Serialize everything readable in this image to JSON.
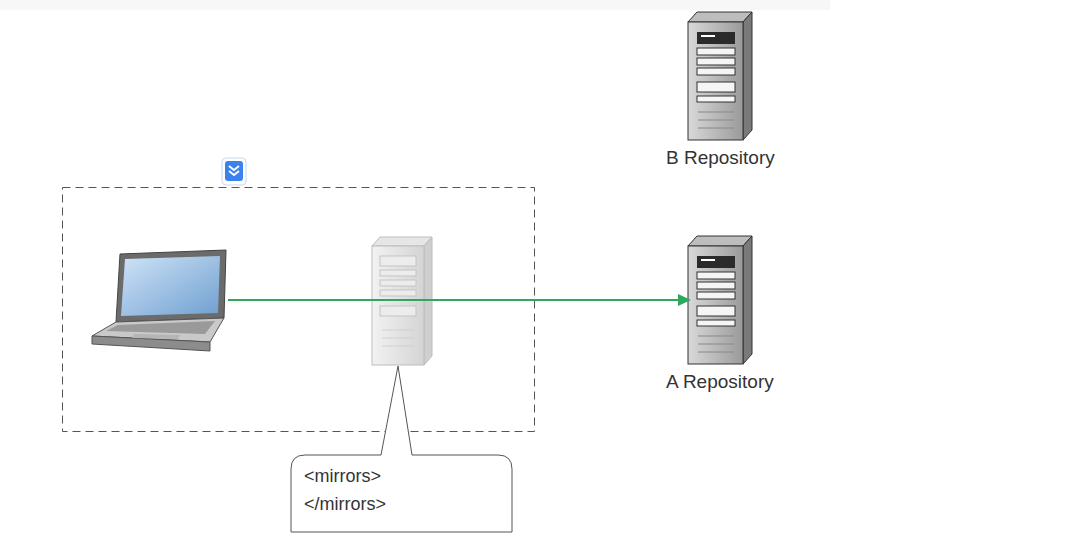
{
  "diagram": {
    "nodes": [
      {
        "text": [
          "B Repository"
        ]
      },
      {
        "text": [
          "A Repository"
        ]
      },
      {
        "text": [
          "<mirrors>",
          "</mirrors>"
        ]
      }
    ]
  }
}
